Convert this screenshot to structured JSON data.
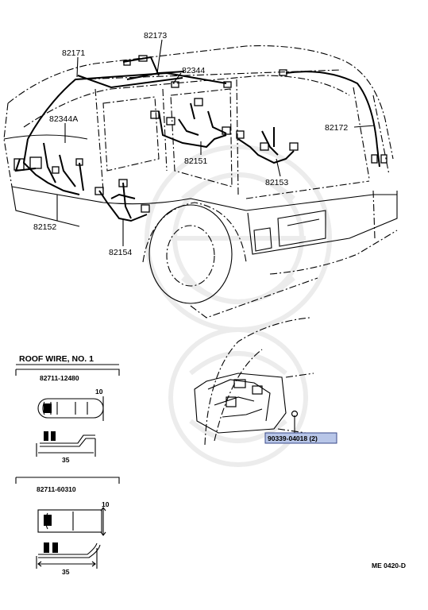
{
  "diagram": {
    "callouts": {
      "c82173": "82173",
      "c82171": "82171",
      "c82344": "82344",
      "c82344A": "82344A",
      "c82172": "82172",
      "c82151": "82151",
      "c82153": "82153",
      "c82152": "82152",
      "c82154": "82154",
      "c90339": "90339-04018 (2)"
    },
    "clip_section": {
      "title": "ROOF  WIRE,  NO. 1",
      "clip1_part": "82711-12480",
      "clip1_height": "10",
      "clip1_length": "35",
      "clip2_part": "82711-60310",
      "clip2_height": "10",
      "clip2_length": "35"
    },
    "code": "ME 0420-D",
    "colors": {
      "highlight": "#b8c6e8"
    }
  }
}
